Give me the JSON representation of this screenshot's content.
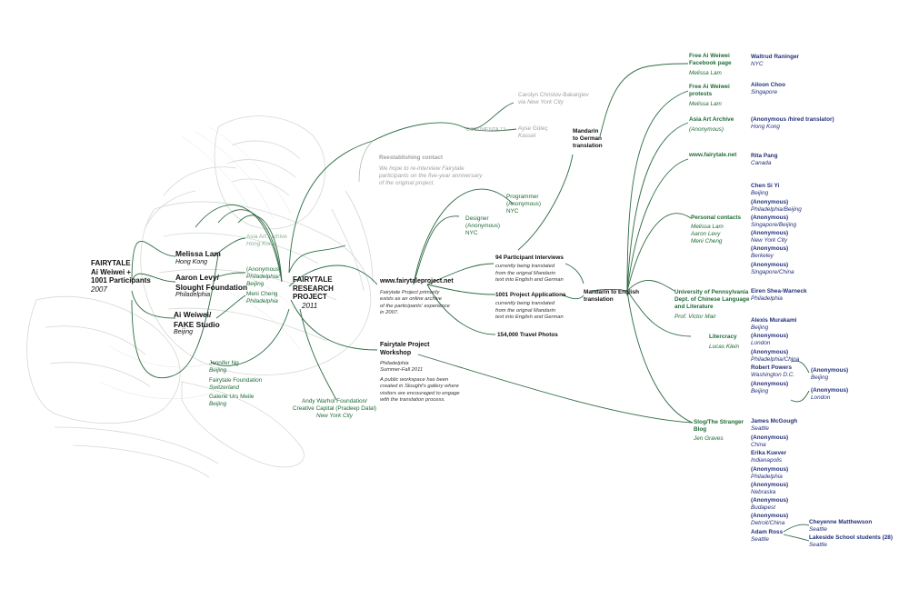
{
  "colors": {
    "wire": "#2f6b44",
    "wire_light": "#9db8a5",
    "figure": "#c8cdc8",
    "blue": "#23307a",
    "green": "#1f6b36",
    "black": "#111111"
  },
  "root": {
    "l1": "FAIRYTALE",
    "l2": "Ai Weiwei +",
    "l3": "1001 Participants",
    "l4": "2007"
  },
  "partners": [
    {
      "name": "Melissa Lam",
      "loc": "Hong Kong"
    },
    {
      "name1": "Aaron Levy/",
      "name2": "Slought Foundation",
      "loc": "Philadelphia"
    },
    {
      "name1": "Ai Weiwei/",
      "name2": "FAKE Studio",
      "loc": "Beijing"
    }
  ],
  "side_green": [
    {
      "name": "Asia Art Archive",
      "loc": "Hong Kong"
    },
    {
      "name": "(Anonymous)",
      "loc1": "Philadelphia/",
      "loc2": "Beijing"
    },
    {
      "name": "Meni Cheng",
      "loc": "Philadelphia"
    }
  ],
  "bottom_green": [
    {
      "name": "Jennifer Ng",
      "loc": "Beijing"
    },
    {
      "name": "Fairytale Foundation",
      "loc": "Switzerland"
    },
    {
      "name": "Galerie Urs Meile",
      "loc": "Beijing"
    }
  ],
  "research": {
    "l1": "FAIRYTALE",
    "l2": "RESEARCH",
    "l3": "PROJECT",
    "l4": "2011"
  },
  "warhol": {
    "l1": "Andy Warhol Foundation/",
    "l2": "Creative Capital (Pradeep Dalal)",
    "l3": "New York City"
  },
  "reestablishing": {
    "title": "Reestablishing contact",
    "d1": "We hope to re-interview Fairytale",
    "d2": "participants on the five-year anniversary",
    "d3": "of the original project."
  },
  "documenta": {
    "label": "DOCUMENTA 13",
    "p1": "Carolyn Christov-Bakargiev",
    "p1b": "via New York City",
    "p2": "Ayse Güleç",
    "p2b": "Kassel"
  },
  "website": {
    "title": "www.fairytaleproject.net",
    "d1": "Fairytale Project primarily",
    "d2": "exists as an online archive",
    "d3": "of the participants' experience",
    "d4": "in 2007."
  },
  "workshop": {
    "t1": "Fairytale Project",
    "t2": "Workshop",
    "loc": "Philadelphia",
    "date": "Summer-Fall 2011",
    "d1": "A public workspace has been",
    "d2": "created in Slought's gallery where",
    "d3": "visitors are encouraged to engage",
    "d4": "with the translation process."
  },
  "programmer": {
    "l1": "Programmer",
    "l2": "(Anonymous)",
    "l3": "NYC"
  },
  "designer": {
    "l1": "Designer",
    "l2": "(Anonymous)",
    "l3": "NYC"
  },
  "interviews": {
    "title": "94 Participant Interviews",
    "d1": "currently being translated",
    "d2": "from the orignal Mandarin",
    "d3": "text into English and German"
  },
  "applications": {
    "title": "1001 Project Applications",
    "d1": "currently being translated",
    "d2": "from the orignal Mandarin",
    "d3": "text into English and German"
  },
  "photos": {
    "title": "154,000 Travel Photos"
  },
  "mandarin_german": {
    "l1": "Mandarin",
    "l2": "to German",
    "l3": "translation"
  },
  "mandarin_english": {
    "l1": "Mandarin to English",
    "l2": "translation"
  },
  "green_nodes": [
    {
      "l1": "Free Ai Weiwei",
      "l2": "Facebook page",
      "sub": "Melissa Lam"
    },
    {
      "l1": "Free Ai Weiwei",
      "l2": "protests",
      "sub": "Melissa Lam"
    },
    {
      "l1": "Asia Art Archive",
      "sub": "(Anonymous)"
    },
    {
      "l1": "www.fairytale.net"
    },
    {
      "l1": "Personal contacts",
      "s1": "Melissa Lam",
      "s2": "Aaron Levy",
      "s3": "Meni Cheng"
    },
    {
      "l1": "University of Pennsylvania",
      "l2": "Dept. of Chinese Language",
      "l3": "and Literature",
      "sub": "Prof. Victor Mair"
    },
    {
      "l1": "Litercracy",
      "sub": "Lucas Klein"
    },
    {
      "l1": "Slog/The Stranger",
      "l2": "Blog",
      "sub": "Jen Graves"
    }
  ],
  "translators": [
    {
      "name": "Waltrud Raninger",
      "loc": "NYC"
    },
    {
      "name": "Ailoon Choo",
      "loc": "Singapore"
    },
    {
      "name": "(Anonymous /hired translator)",
      "loc": "Hong Kong"
    },
    {
      "name": "Rita Pang",
      "loc": "Canada"
    },
    {
      "name": "Chen Si Yi",
      "loc": "Beijing"
    },
    {
      "name": "(Anonymous)",
      "loc": "Philadelphia/Beijing"
    },
    {
      "name": "(Anonymous)",
      "loc": "Singapore/Beijing"
    },
    {
      "name": "(Anonymous)",
      "loc": "New York City"
    },
    {
      "name": "(Anonymous)",
      "loc": "Berkeley"
    },
    {
      "name": "(Anonymous)",
      "loc": "Singapore/China"
    },
    {
      "name": "Eiren Shea-Warneck",
      "loc": "Philadelphia"
    },
    {
      "name": "Alexis Murakami",
      "loc": "Beijing"
    },
    {
      "name": "(Anonymous)",
      "loc": "London"
    },
    {
      "name": "(Anonymous)",
      "loc": "Philadelphia/China"
    },
    {
      "name": "Robert Powers",
      "loc": "Washington D.C."
    },
    {
      "name": "(Anonymous)",
      "loc": "Beijing"
    },
    {
      "name": "James McGough",
      "loc": "Seattle"
    },
    {
      "name": "(Anonymous)",
      "loc": "China"
    },
    {
      "name": "Erika Kuever",
      "loc": "Indianapolis"
    },
    {
      "name": "(Anonymous)",
      "loc": "Philadelphia"
    },
    {
      "name": "(Anonymous)",
      "loc": "Nebraska"
    },
    {
      "name": "(Anonymous)",
      "loc": "Budapest"
    },
    {
      "name": "(Anonymous)",
      "loc": "Detroit/China"
    },
    {
      "name": "Adam Ross",
      "loc": "Seattle"
    }
  ],
  "sub_translators": [
    {
      "name": "(Anonymous)",
      "loc": "Beijing"
    },
    {
      "name": "(Anonymous)",
      "loc": "London"
    },
    {
      "name": "Cheyenne Matthewson",
      "loc": "Seattle"
    },
    {
      "name": "Lakeside School students (28)",
      "loc": "Seattle"
    }
  ]
}
